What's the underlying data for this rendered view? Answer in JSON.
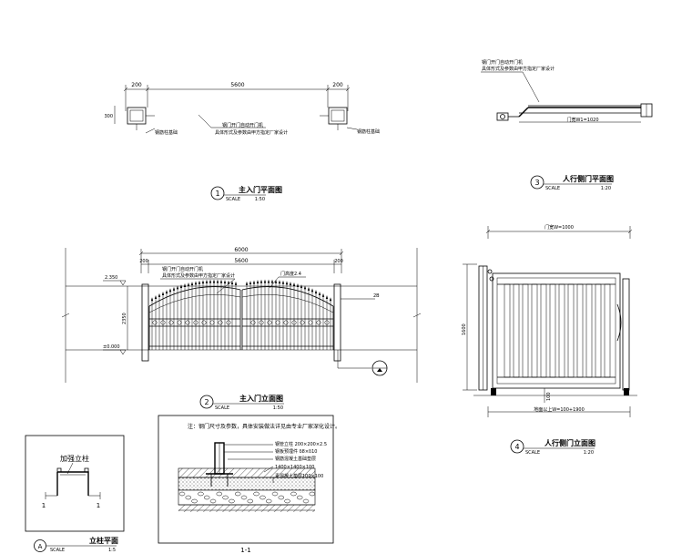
{
  "plan1": {
    "dim_left": "200",
    "dim_mid": "5600",
    "dim_right": "200",
    "dim_side": "300",
    "note_line1": "钢门开门自动开门机",
    "note_line2": "具体形式及参数由甲方指定厂家设计",
    "post_label_left": "钢筋柱基础",
    "post_label_right": "钢筋柱基础",
    "title": "主入门平面图",
    "scale_word": "SCALE",
    "scale_value": "1:50",
    "badge": "1"
  },
  "plan3": {
    "note_line1": "钢门开门自动开门机",
    "note_line2": "具体形式及参数由甲方指定厂家设计",
    "dim_label": "门宽W1=1020",
    "title": "人行侧门平面图",
    "scale_word": "SCALE",
    "scale_value": "1:20",
    "badge": "3"
  },
  "elev2": {
    "dim_total": "6000",
    "dim_left": "200",
    "dim_mid": "5600",
    "dim_right": "200",
    "note_line1": "钢门开门自动开门机",
    "note_line2": "具体形式及参数由甲方指定厂家设计",
    "note_right": "门高度2.4",
    "level_top": "2.350",
    "level_bottom": "±0.000",
    "dim_height": "2350",
    "tag_right": "2B",
    "title": "主入门立面图",
    "scale_word": "SCALE",
    "scale_value": "1:50",
    "badge": "2"
  },
  "elev4": {
    "dim_top": "门宽W=1000",
    "dim_height": "1600",
    "dim_small": "100",
    "dim_bottom": "地面以上W=100+1900",
    "title": "人行侧门立面图",
    "scale_word": "SCALE",
    "scale_value": "1:20",
    "badge": "4"
  },
  "post_detail": {
    "label": "加强立柱",
    "section_left": "1",
    "section_right": "1",
    "title": "立柱平面",
    "scale_word": "SCALE",
    "scale_value": "1:5",
    "badge": "A"
  },
  "section": {
    "note": "注：钢门尺寸及参数，具体安装做法详见由专业厂家深化设计。",
    "label1": "钢管立柱 200×200×2.5",
    "label2": "钢板预埋件 δ8×δ10",
    "label3": "钢筋混凝土基础垫层",
    "label4": "1400×1400×100",
    "label5": "素混凝土垫层100×100",
    "title": "1-1"
  }
}
